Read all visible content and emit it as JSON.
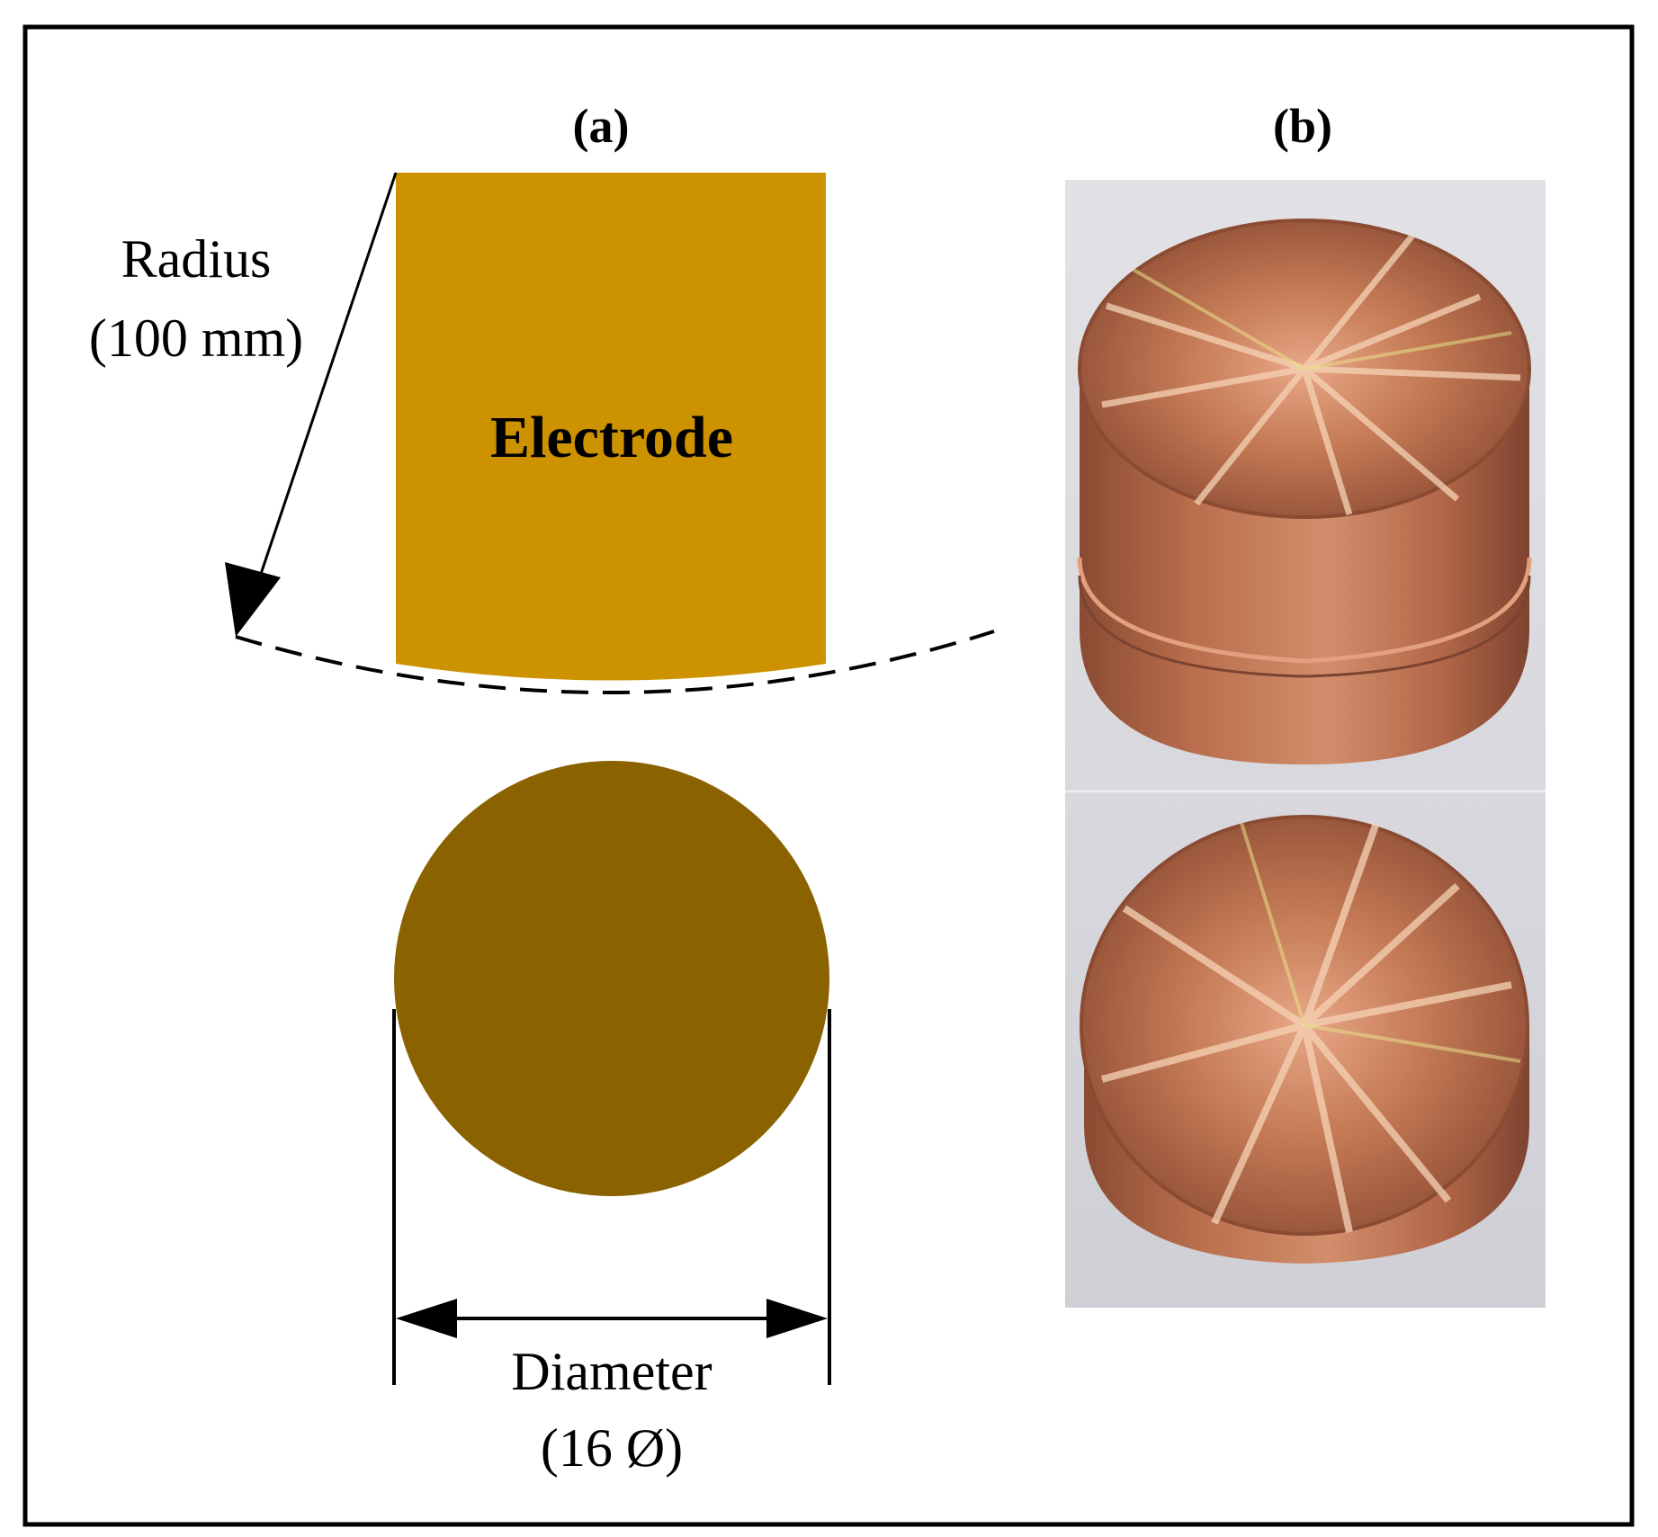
{
  "panels": {
    "a": {
      "label": "(a)",
      "electrode_label": "Electrode",
      "radius_label": "Radius",
      "radius_value": "(100 mm)",
      "diameter_label": "Diameter",
      "diameter_value": "(16 Ø)"
    },
    "b": {
      "label": "(b)"
    }
  },
  "colors": {
    "electrode_side": "#CC9200",
    "electrode_face": "#8B6200",
    "copper": "#C98156",
    "photo_background": "#D9D9DE"
  },
  "icons": [
    "arrow-icon"
  ]
}
